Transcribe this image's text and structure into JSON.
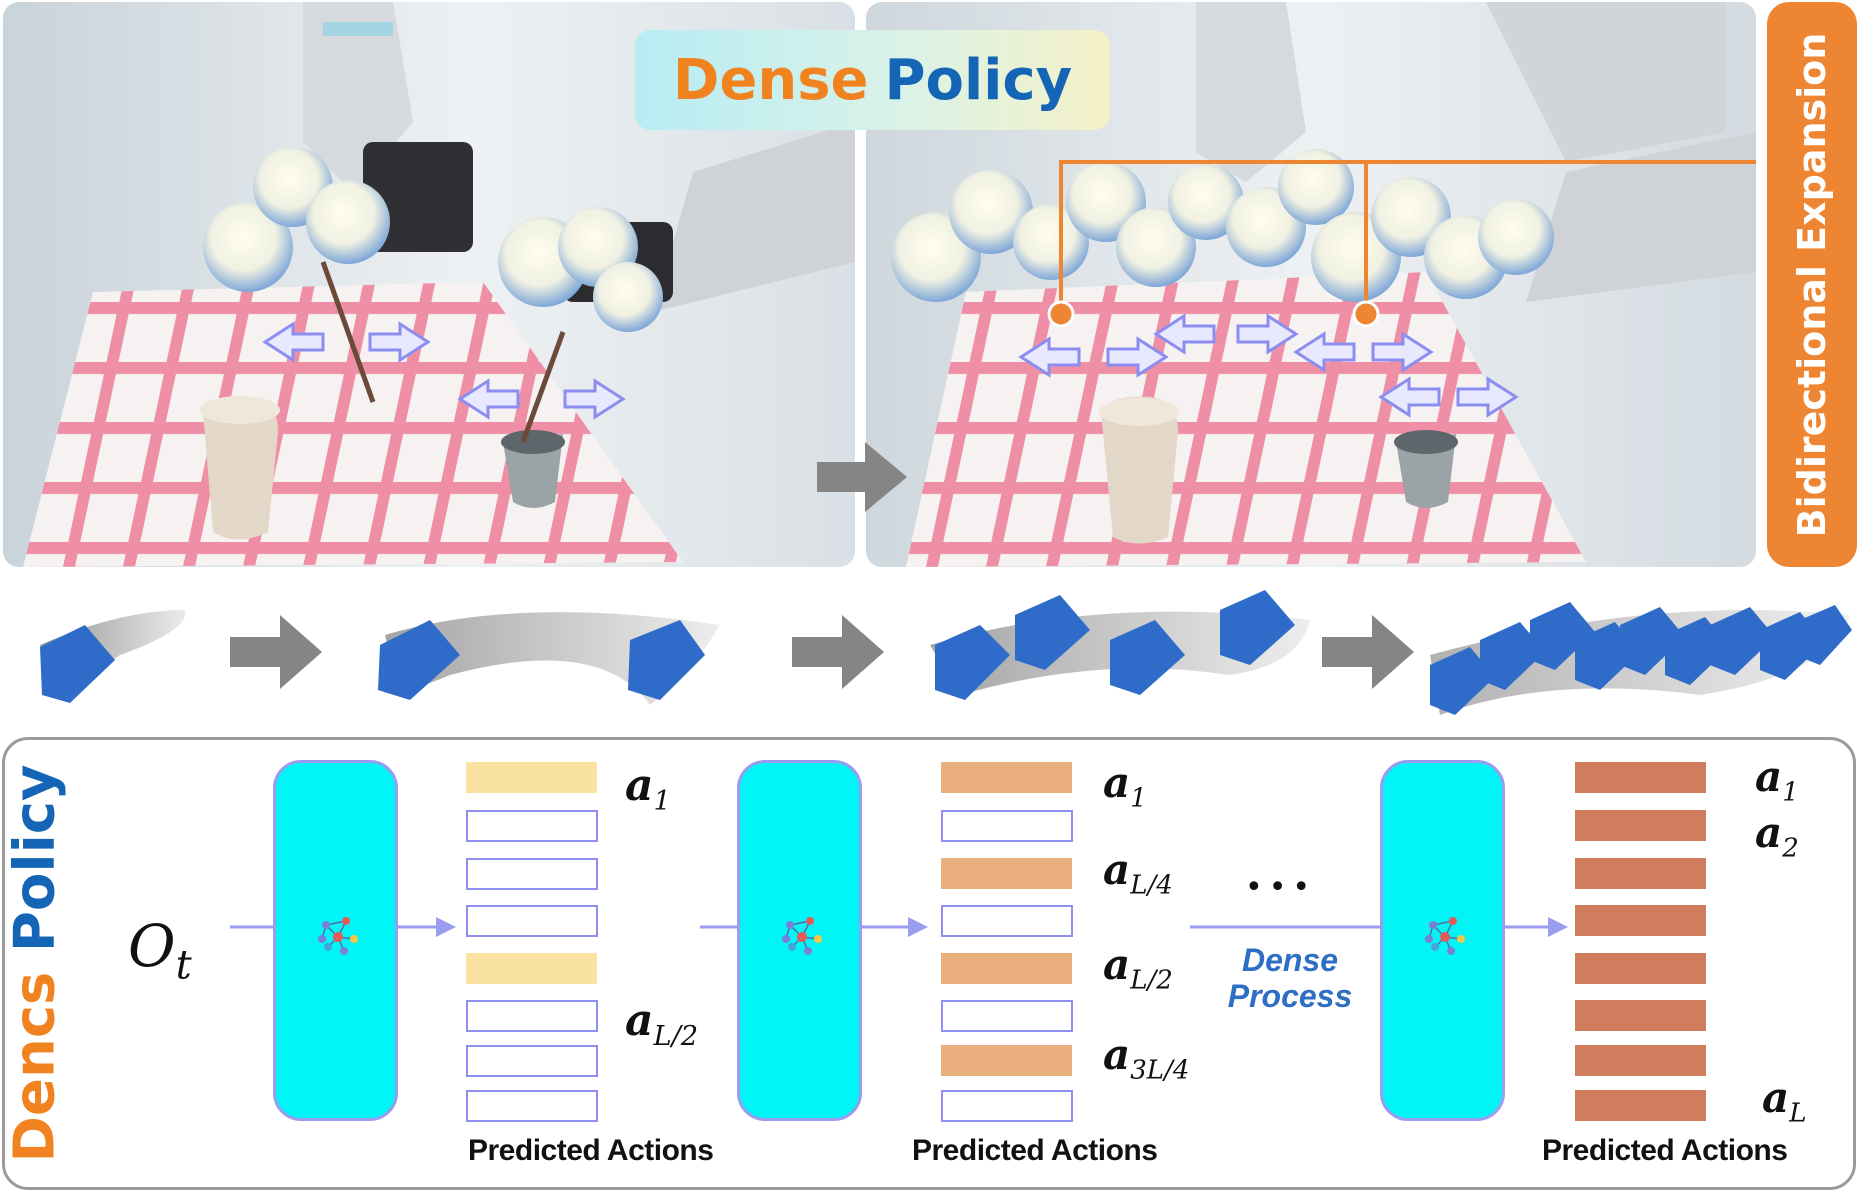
{
  "header": {
    "title_part1": "Dense",
    "title_part2": "Policy",
    "title_colors": {
      "part1": "#f0821f",
      "part2": "#1565b6"
    },
    "side_label": "Bidirectional Expansion"
  },
  "bottom": {
    "vertical_title_part1": "Dencs",
    "vertical_title_part2": "Policy",
    "observation": {
      "symbol": "O",
      "subscript": "t"
    },
    "dense_process": [
      "Dense",
      "Process"
    ],
    "ellipsis": "•••",
    "stages": [
      {
        "caption": "Predicted Actions",
        "labels": [
          {
            "sym": "a",
            "sub": "1"
          },
          {
            "sym": "a",
            "sub": "L/2"
          }
        ]
      },
      {
        "caption": "Predicted Actions",
        "labels": [
          {
            "sym": "a",
            "sub": "1"
          },
          {
            "sym": "a",
            "sub": "L/4"
          },
          {
            "sym": "a",
            "sub": "L/2"
          },
          {
            "sym": "a",
            "sub": "3L/4"
          }
        ]
      },
      {
        "caption": "Predicted Actions",
        "labels": [
          {
            "sym": "a",
            "sub": "1"
          },
          {
            "sym": "a",
            "sub": "2"
          },
          {
            "sym": "a",
            "sub": "L"
          }
        ]
      }
    ]
  },
  "colors": {
    "accent_orange": "#ee8532",
    "policy_blue": "#1565b6",
    "network_cyan": "#00f6f6",
    "stage1_fill": "#fae3a0",
    "stage2_fill": "#e9b07e",
    "stage3_fill": "#cf7d5c",
    "empty_outline": "#8e8ff0",
    "arrow_lavender": "#9a9cf0"
  }
}
